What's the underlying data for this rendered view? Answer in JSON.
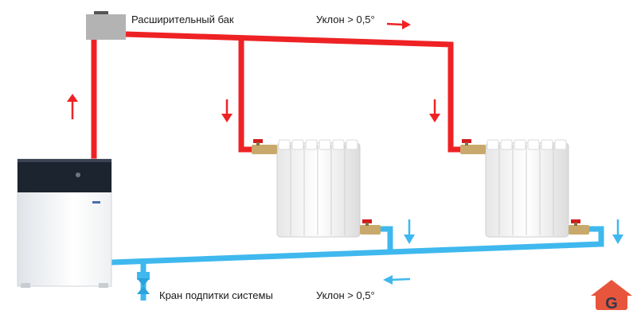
{
  "labels": {
    "expansion_tank": "Расширительный бак",
    "supply_slope": "Уклон > 0,5°",
    "makeup_valve": "Кран подпитки системы",
    "return_slope": "Уклон > 0,5°"
  },
  "watermark_letter": "G",
  "colors": {
    "supply": "#ee2224",
    "return": "#3fb8ee",
    "tank": "#b3b3b3",
    "boiler_panel": "#1c2430",
    "radiator": "#f4f4f4",
    "valve_brass": "#c9a96b",
    "valve_handle": "#d11c1c",
    "watermark": "#e8553d"
  }
}
